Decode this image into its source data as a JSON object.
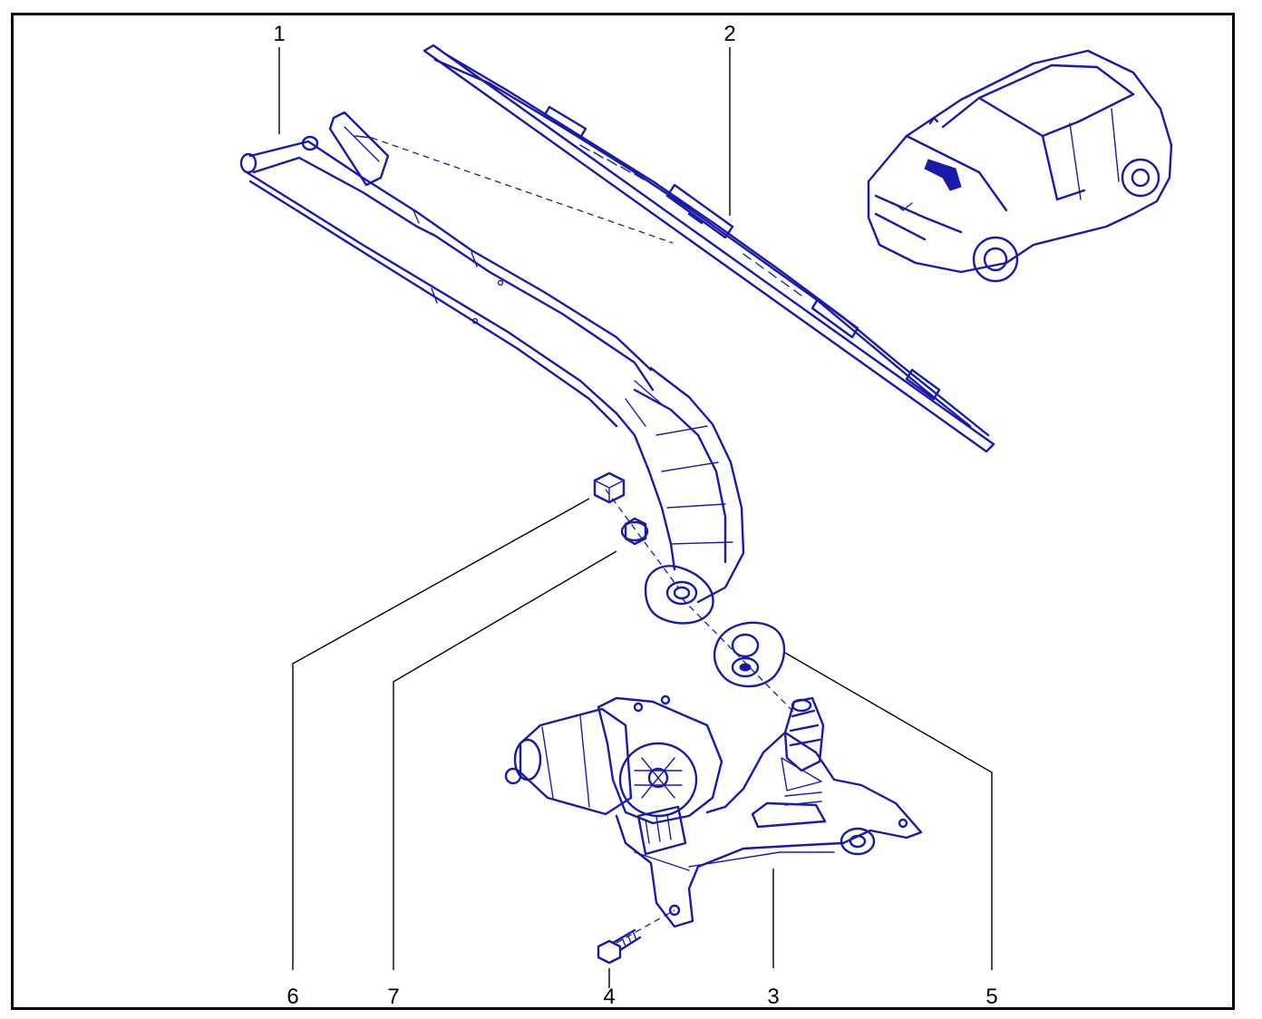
{
  "diagram": {
    "callouts": [
      {
        "id": "1",
        "label": "1"
      },
      {
        "id": "2",
        "label": "2"
      },
      {
        "id": "3",
        "label": "3"
      },
      {
        "id": "4",
        "label": "4"
      },
      {
        "id": "5",
        "label": "5"
      },
      {
        "id": "6",
        "label": "6"
      },
      {
        "id": "7",
        "label": "7"
      }
    ],
    "colors": {
      "line": "#1a1aa8",
      "leader": "#000000",
      "background": "#ffffff"
    }
  }
}
